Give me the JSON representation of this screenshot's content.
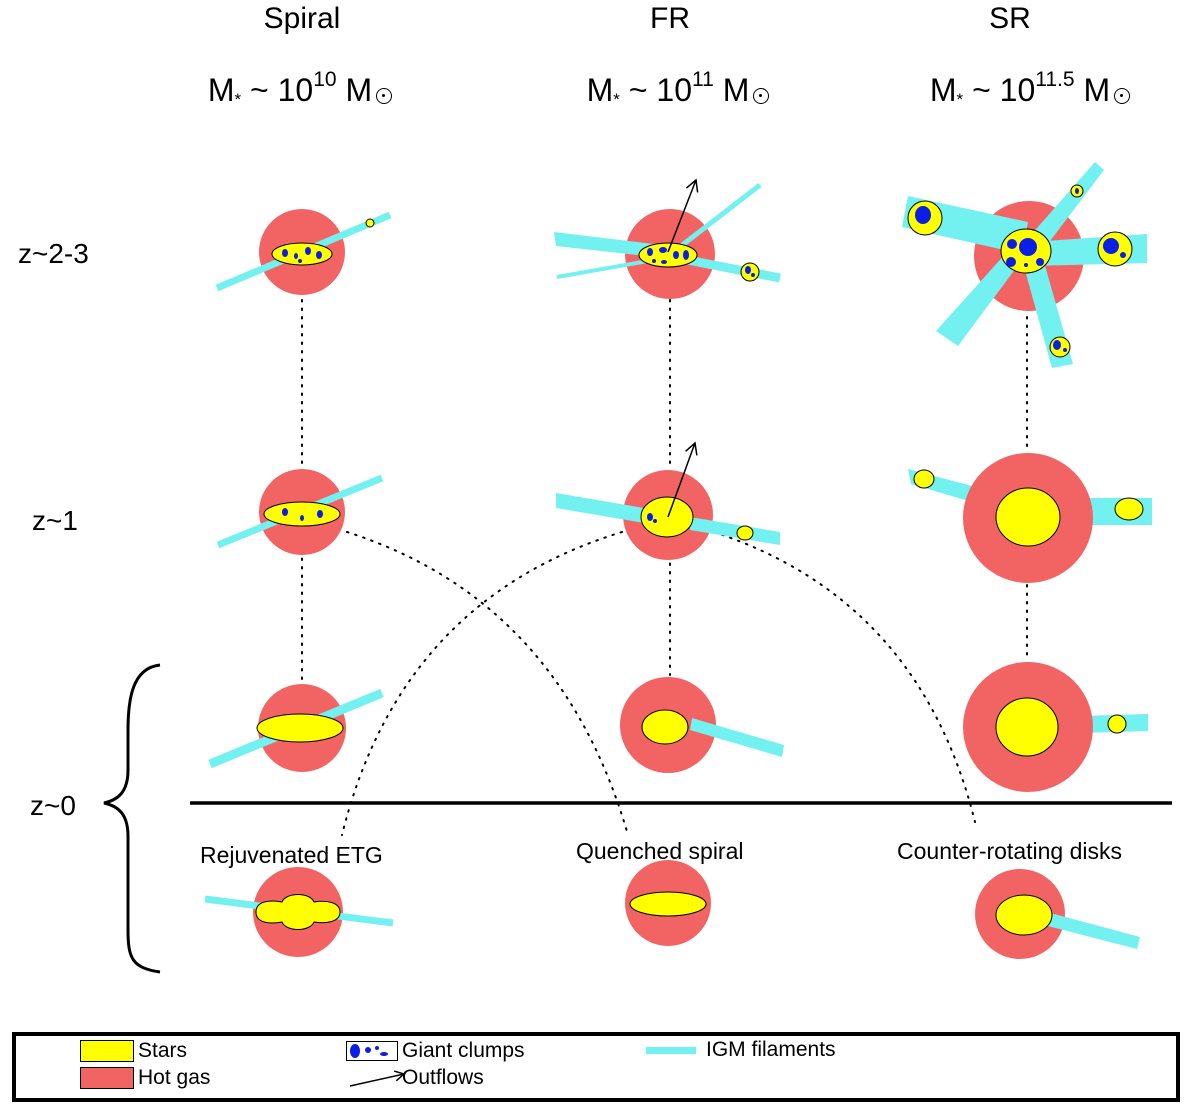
{
  "columns": [
    {
      "title": "Spiral",
      "mass_prefix": "M",
      "mass_mid": " ~ 10",
      "mass_exp": "10",
      "mass_unit": " M"
    },
    {
      "title": "FR",
      "mass_prefix": "M",
      "mass_mid": " ~ 10",
      "mass_exp": "11",
      "mass_unit": " M"
    },
    {
      "title": "SR",
      "mass_prefix": "M",
      "mass_mid": " ~ 10",
      "mass_exp": "11.5",
      "mass_unit": " M"
    }
  ],
  "mass_star_symbol": "*",
  "rows": {
    "z23": "z~2-3",
    "z1": "z~1",
    "z0": "z~0"
  },
  "captions": {
    "rejuvenated": "Rejuvenated ETG",
    "quenched": "Quenched spiral",
    "counter": "Counter-rotating disks"
  },
  "legend": {
    "stars": "Stars",
    "hot_gas": "Hot gas",
    "clumps": "Giant clumps",
    "outflows": "Outflows",
    "filaments": "IGM filaments"
  },
  "colors": {
    "stars": "#ffff00",
    "hot_gas": "#f26464",
    "clumps": "#0a1ee6",
    "filaments": "#73f0f0"
  }
}
